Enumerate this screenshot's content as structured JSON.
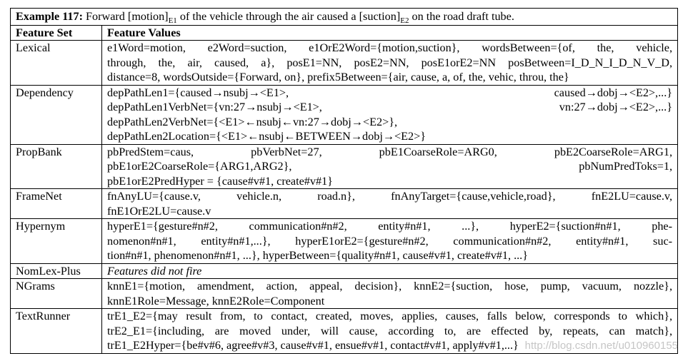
{
  "caption": {
    "label": "Example 117:",
    "pre": "Forward [motion]",
    "sub1": "E1",
    "mid": " of the vehicle through the air caused a [suction]",
    "sub2": "E2",
    "post": " on the road draft tube."
  },
  "headers": {
    "feature_set": "Feature Set",
    "feature_values": "Feature Values"
  },
  "rows": [
    {
      "set": "Lexical",
      "lines": [
        "e1Word=motion, e2Word=suction, e1OrE2Word={motion,suction}, wordsBetween={of, the, vehicle,",
        "through, the, air, caused, a}, posE1=NN, posE2=NN, posE1orE2=NN posBetween=I_D_N_I_D_N_V_D,",
        "distance=8, wordsOutside={Forward, on}, prefix5Between={air, cause, a, of, the, vehic, throu, the}"
      ]
    },
    {
      "set": "Dependency",
      "lines": [
        "depPathLen1={caused→nsubj→<E1>, caused→dobj→<E2>,...}",
        "depPathLen1VerbNet={vn:27→nsubj→<E1>, vn:27→dobj→<E2>,...}",
        "depPathLen2VerbNet={<E1>←nsubj←vn:27→dobj→<E2>},",
        "depPathLen2Location={<E1>←nsubj←BETWEEN→dobj→<E2>}"
      ]
    },
    {
      "set": "PropBank",
      "lines": [
        "pbPredStem=caus, pbVerbNet=27, pbE1CoarseRole=ARG0, pbE2CoarseRole=ARG1,",
        "pbE1orE2CoarseRole={ARG1,ARG2}, pbNumPredToks=1,",
        "pbE1orE2PredHyper = {cause#v#1, create#v#1}"
      ]
    },
    {
      "set": "FrameNet",
      "lines": [
        "fnAnyLU={cause.v, vehicle.n, road.n}, fnAnyTarget={cause,vehicle,road}, fnE2LU=cause.v,",
        "fnE1OrE2LU=cause.v"
      ]
    },
    {
      "set": "Hypernym",
      "lines": [
        "hyperE1={gesture#n#2, communication#n#2, entity#n#1, ...}, hyperE2={suction#n#1, phe-",
        "nomenon#n#1, entity#n#1,...}, hyperE1orE2={gesture#n#2, communication#n#2, entity#n#1, suc-",
        "tion#n#1, phenomenon#n#1, ...}, hyperBetween={quality#n#1, cause#v#1, create#v#1, ...}"
      ]
    },
    {
      "set": "NomLex-Plus",
      "lines": [
        "Features did not fire"
      ]
    },
    {
      "set": "NGrams",
      "lines": [
        "knnE1={motion, amendment, action, appeal, decision}, knnE2={suction, hose, pump, vacuum, nozzle},",
        "knnE1Role=Message, knnE2Role=Component"
      ]
    },
    {
      "set": "TextRunner",
      "lines": [
        "trE1_E2={may result from, to contact, created, moves, applies, causes, falls below, corresponds to which},",
        "trE2_E1={including, are moved under, will cause, according to, are effected by, repeats, can match},",
        "trE1_E2Hyper={be#v#6, agree#v#3, cause#v#1, ensue#v#1, contact#v#1, apply#v#1,...}"
      ]
    }
  ],
  "watermark": "http://blog.csdn.net/u010960155"
}
